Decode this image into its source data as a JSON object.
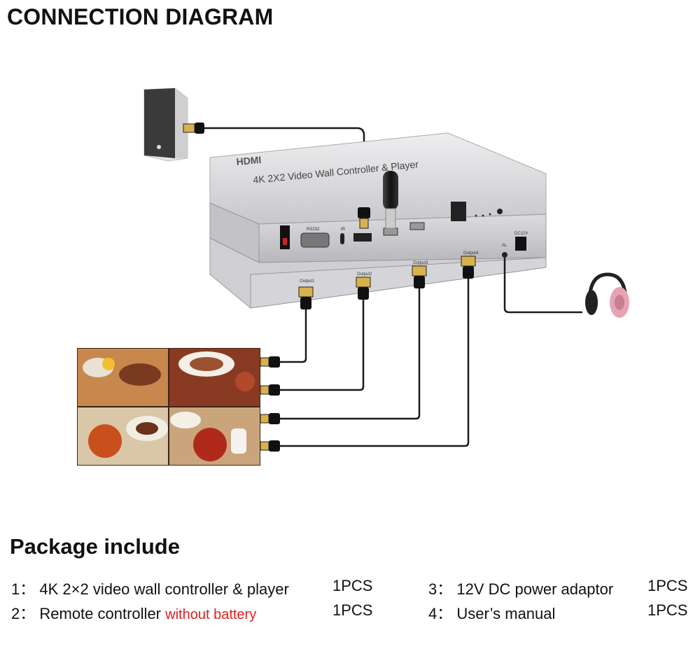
{
  "page_title": "CONNECTION DIAGRAM",
  "device": {
    "brand_label": "HDMI",
    "model_label": "4K 2X2 Video Wall Controller & Player",
    "ports": {
      "rs232": "RS232",
      "ir": "IR",
      "output1": "Output1",
      "output2": "Output2",
      "output3": "Output3",
      "output4": "Output4",
      "power": "DC12V",
      "audio": "AL"
    }
  },
  "package": {
    "title": "Package include",
    "items": [
      {
        "num": "1：",
        "text": "4K 2×2 video wall controller & player",
        "note": "",
        "qty": "1PCS"
      },
      {
        "num": "2：",
        "text": "Remote controller",
        "note": "without battery",
        "qty": "1PCS"
      },
      {
        "num": "3：",
        "text": "12V DC power adaptor",
        "note": "",
        "qty": "1PCS"
      },
      {
        "num": "4：",
        "text": "User’s manual",
        "note": "",
        "qty": "1PCS"
      }
    ]
  },
  "colors": {
    "cable": "#1a1a1a",
    "device_body": "#d9d9dc",
    "headphone": "#e8a3b3",
    "note_red": "#e01e1e",
    "hdmi_gold": "#d8b24a"
  }
}
